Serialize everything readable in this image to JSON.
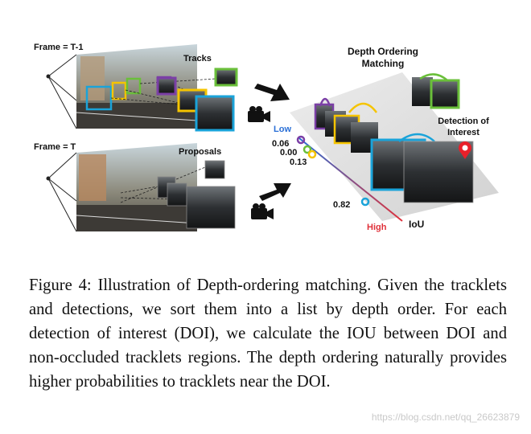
{
  "figure": {
    "frame_prev_label": "Frame = T-1",
    "frame_curr_label": "Frame = T",
    "tracks_label": "Tracks",
    "proposals_label": "Proposals",
    "matching_title_line1": "Depth Ordering",
    "matching_title_line2": "Matching",
    "doi_label_line1": "Detection of",
    "doi_label_line2": "Interest",
    "low_label": "Low",
    "high_label": "High",
    "iou_label": "IoU",
    "iou_values": [
      "0.06",
      "0.00",
      "0.13",
      "0.82"
    ],
    "colors": {
      "blue": "#1aa3d9",
      "yellow": "#f5c400",
      "green": "#6abf3a",
      "purple": "#7b3fa6",
      "red": "#e8202a",
      "low_blue": "#2a6fd6",
      "high_red": "#e0313a"
    }
  },
  "caption": {
    "text": "Figure 4: Illustration of Depth-ordering matching. Given the tracklets and detections, we sort them into a list by depth order.  For each detection of interest (DOI), we calculate the IOU between DOI and non-occluded tracklets regions. The depth ordering naturally provides higher probabilities to tracklets near the DOI."
  },
  "watermark": "https://blog.csdn.net/qq_26623879"
}
